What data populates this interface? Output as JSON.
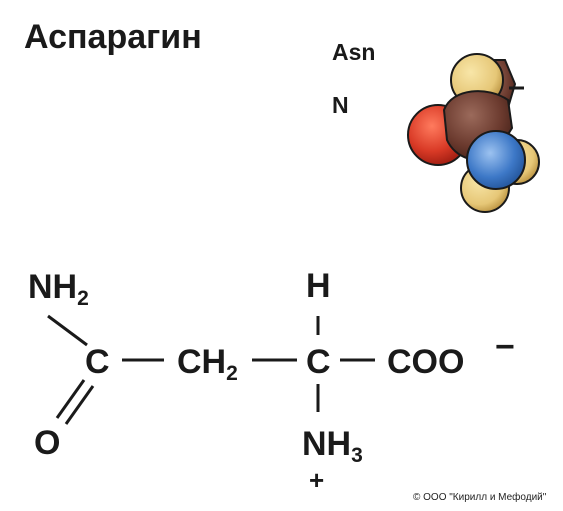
{
  "title": "Аспарагин",
  "abbreviation_three_letter": "Asn",
  "abbreviation_one_letter": "N",
  "formula": {
    "amide_nh2_group": "NH",
    "amide_nh2_sub": "2",
    "carbonyl_carbon": "C",
    "carbonyl_oxygen": "O",
    "methylene_group": "CH",
    "methylene_sub": "2",
    "alpha_carbon": "C",
    "alpha_hydrogen": "H",
    "carboxylate": "COO",
    "carboxylate_charge": "−",
    "amino_group": "NH",
    "amino_sub": "3",
    "amino_charge": "+"
  },
  "model_charge": "−",
  "copyright": "© ООО \"Кирилл и Мефодий\"",
  "colors": {
    "hydrogen": "#e6c777",
    "carbon": "#6b3a2e",
    "oxygen": "#d93a26",
    "nitrogen": "#3d78c7",
    "outline": "#1a1a1a"
  }
}
